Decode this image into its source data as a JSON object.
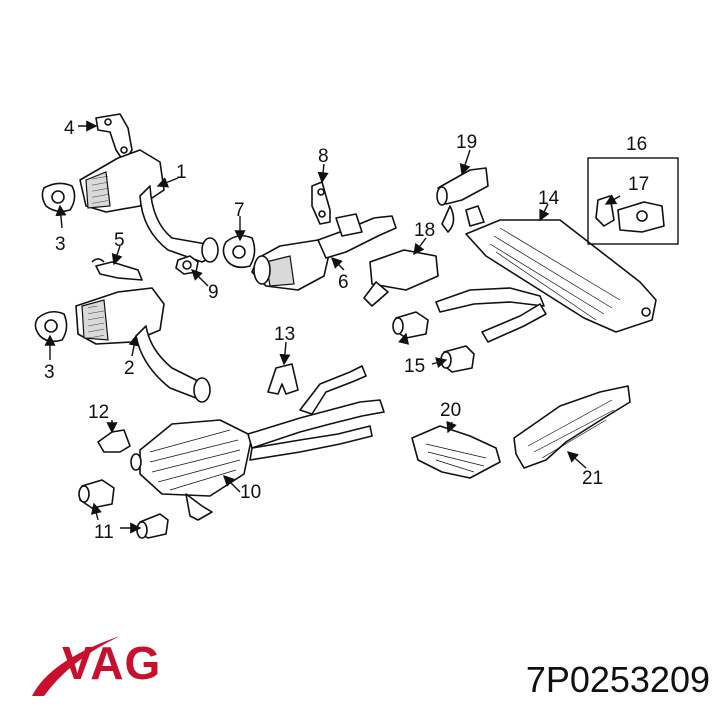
{
  "callouts": [
    "1",
    "2",
    "3",
    "3",
    "4",
    "5",
    "6",
    "7",
    "8",
    "9",
    "10",
    "11",
    "12",
    "13",
    "14",
    "15",
    "16",
    "17",
    "18",
    "19",
    "20",
    "21"
  ],
  "brand": {
    "name": "VAG",
    "color": "#c8102e"
  },
  "part_number": "7P0253209"
}
